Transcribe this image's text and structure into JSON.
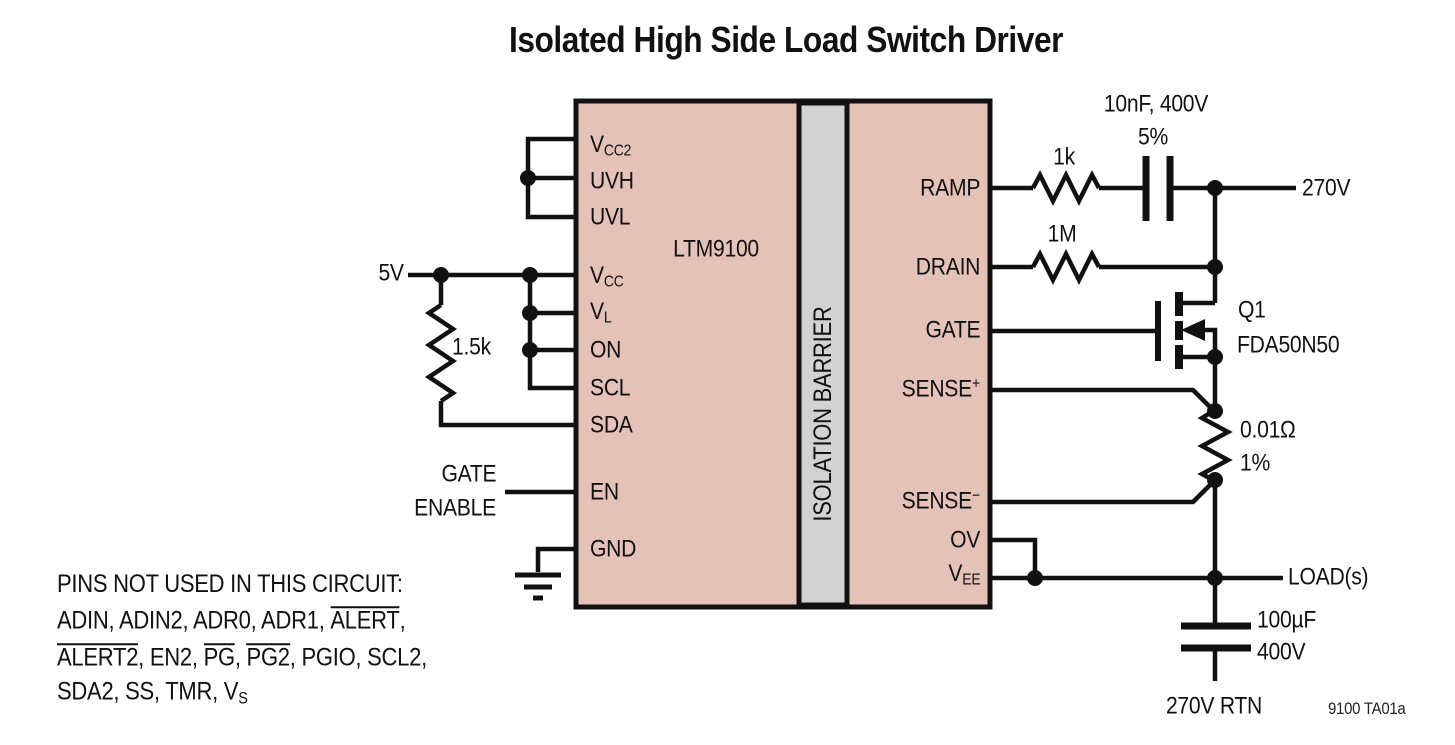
{
  "title": "Isolated High Side Load Switch Driver",
  "colors": {
    "block_fill": "#e5c2b8",
    "barrier_fill": "#d2d2d2",
    "ink": "#111111"
  },
  "ic": {
    "part": "LTM9100",
    "barrier_label": "ISOLATION BARRIER",
    "left_pins": [
      {
        "main": "V",
        "sub": "CC2"
      },
      {
        "main": "UVH"
      },
      {
        "main": "UVL"
      },
      {
        "main": "V",
        "sub": "CC"
      },
      {
        "main": "V",
        "sub": "L"
      },
      {
        "main": "ON"
      },
      {
        "main": "SCL"
      },
      {
        "main": "SDA"
      },
      {
        "main": "EN"
      },
      {
        "main": "GND"
      }
    ],
    "right_pins": [
      {
        "main": "RAMP"
      },
      {
        "main": "DRAIN"
      },
      {
        "main": "GATE"
      },
      {
        "main": "SENSE",
        "sup": "+"
      },
      {
        "main": "SENSE",
        "sup": "−"
      },
      {
        "main": "OV"
      },
      {
        "main": "V",
        "sub": "EE"
      }
    ]
  },
  "components": {
    "r_ramp": {
      "value": "1k"
    },
    "r_drain": {
      "value": "1M"
    },
    "r_pullup": {
      "value": "1.5k"
    },
    "c_ramp": {
      "value": "10nF, 400V",
      "tolerance": "5%"
    },
    "r_sense": {
      "value": "0.01Ω",
      "tolerance": "1%"
    },
    "c_out": {
      "value": "100µF",
      "rating": "400V"
    },
    "q1": {
      "designator": "Q1",
      "part": "FDA50N50"
    }
  },
  "nets": {
    "supply_5v": "5V",
    "bus_270v": "270V",
    "gate_enable_line1": "GATE",
    "gate_enable_line2": "ENABLE",
    "load": "LOAD(s)",
    "return": "270V RTN"
  },
  "notes": {
    "heading": "PINS NOT USED IN THIS CIRCUIT:",
    "l2a": "ADIN, ADIN2, ADR0, ADR1, ",
    "l2b": "ALERT",
    "l2c": ",",
    "l3a": "ALERT2",
    "l3b": ", EN2, ",
    "l3c": "PG",
    "l3d": ", ",
    "l3e": "PG2",
    "l3f": ", PGIO, SCL2,",
    "l4a": "SDA2, SS, TMR, V",
    "l4b": "S"
  },
  "footer": {
    "figure_id": "9100 TA01a"
  }
}
